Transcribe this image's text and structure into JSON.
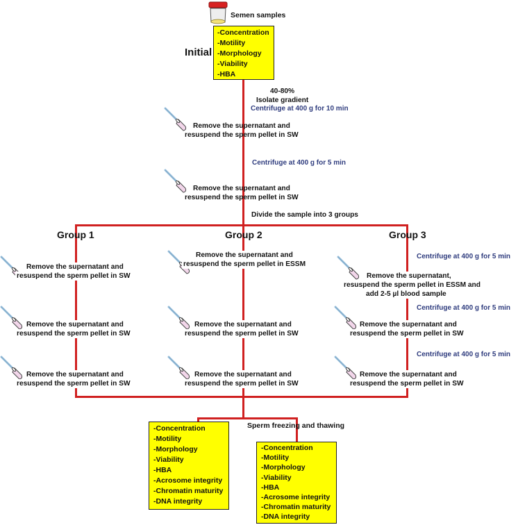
{
  "header": {
    "semen_label": "Semen samples",
    "initial_label": "Initial"
  },
  "initial_box": [
    "-Concentration",
    "-Motility",
    "-Morphology",
    "-Viability",
    "-HBA"
  ],
  "gradient": {
    "line1": "40-80%",
    "line2": "Isolate gradient"
  },
  "centrifuge_10": "Centrifuge at 400 g for 10 min",
  "centrifuge_5": "Centrifuge at 400 g for 5 min",
  "steps": {
    "remove_sw_1": "Remove the supernatant and",
    "remove_sw_2": "resuspend the sperm pellet in SW",
    "remove_essm_1": "Remove the supernatant and",
    "remove_essm_2": "resuspend the sperm pellet in ESSM",
    "remove_blood_1": "Remove the supernatant,",
    "remove_blood_2": "resuspend the sperm pellet in ESSM and",
    "remove_blood_3": "add 2-5 µl blood sample"
  },
  "divide_label": "Divide the sample into 3 groups",
  "groups": [
    "Group 1",
    "Group 2",
    "Group 3"
  ],
  "freezing_label": "Sperm freezing and thawing",
  "final_box": [
    "-Concentration",
    "-Motility",
    "-Morphology",
    "-Viability",
    "-HBA",
    "-Acrosome integrity",
    "-Chromatin maturity",
    "-DNA integrity"
  ],
  "colors": {
    "line": "#d02020",
    "box_fill": "#ffff00",
    "centrifuge_text": "#2f3c7e",
    "tube_fill": "#f2d6ea",
    "pipette": "#9fc3de"
  }
}
